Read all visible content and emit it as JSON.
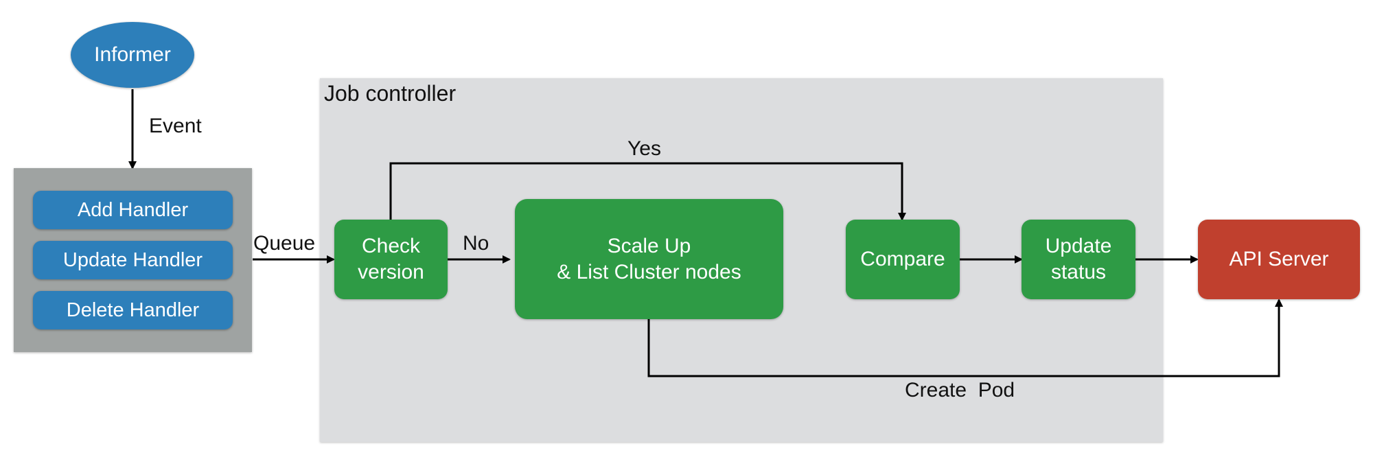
{
  "diagram": {
    "informer": "Informer",
    "event_label": "Event",
    "handlers": {
      "add": "Add Handler",
      "update": "Update Handler",
      "delete": "Delete Handler"
    },
    "queue_label": "Queue",
    "job_controller_title": "Job controller",
    "check_version": {
      "line1": "Check",
      "line2": "version"
    },
    "no_label": "No",
    "yes_label": "Yes",
    "scale_up": {
      "line1": "Scale Up",
      "line2": "& List Cluster nodes"
    },
    "compare": "Compare",
    "update_status": {
      "line1": "Update",
      "line2": "status"
    },
    "api_server": "API Server",
    "create_pod_label": "Create  Pod",
    "colors": {
      "informer": "#2d7fba",
      "handler": "#2d7fba",
      "handler_panel": "#9fa3a2",
      "job_panel": "#dcdddf",
      "process": "#2e9b45",
      "api_server": "#c0402e",
      "edge": "#000000"
    }
  }
}
